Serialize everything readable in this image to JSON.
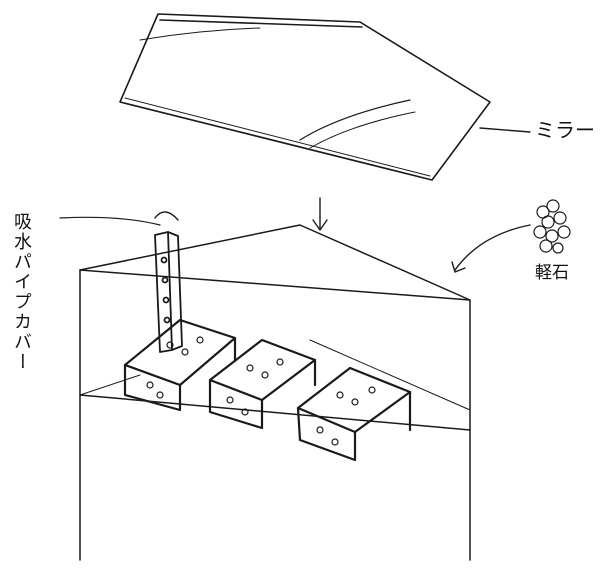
{
  "diagram": {
    "type": "hand-drawn sketch",
    "labels": {
      "mirror": "ミラー",
      "pipe_cover": "吸水パイプカバー",
      "pumice": "軽石"
    },
    "arrow_down": "↓",
    "stroke_color": "#1a1a1a"
  }
}
